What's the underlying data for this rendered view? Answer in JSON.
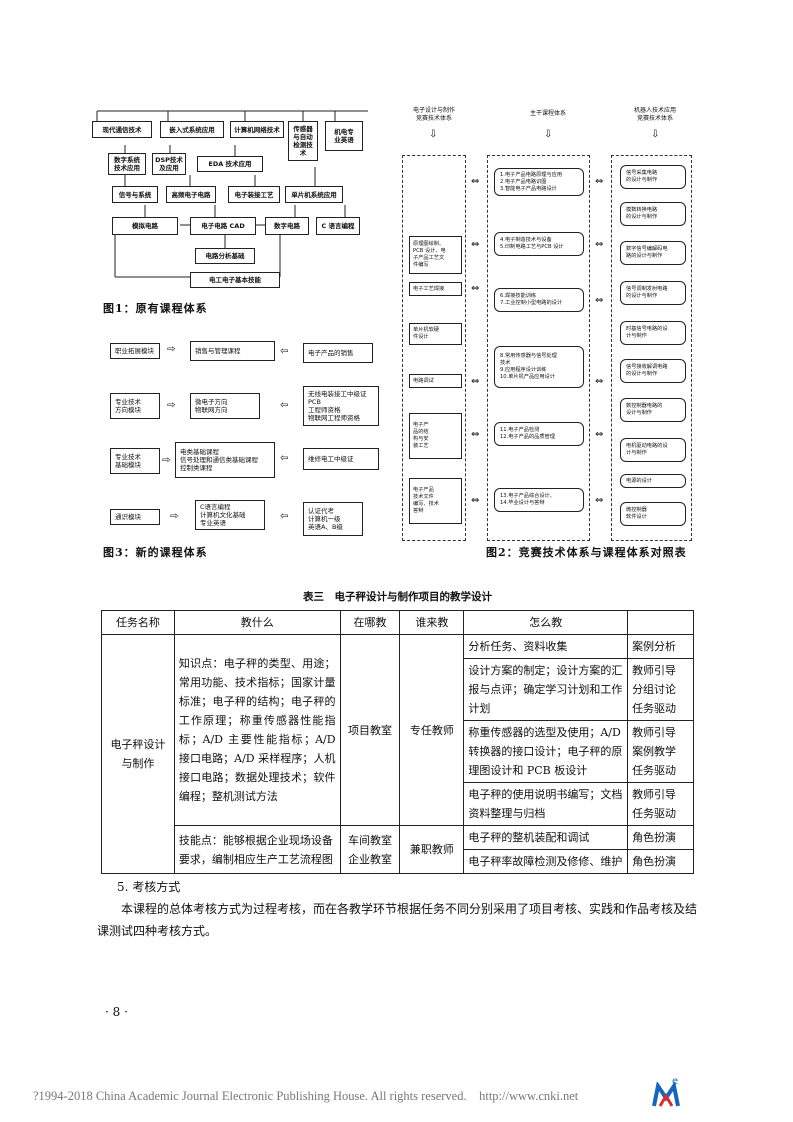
{
  "fig1": {
    "caption": "图1：原有课程体系",
    "boxes": {
      "r1": [
        "现代通信技术",
        "嵌入式系统应用",
        "计算机网络技术",
        "传感器\n与自动\n检测技\n术",
        "机电专\n业英语"
      ],
      "r2": [
        "数字系统\n技术应用",
        "DSP技术\n及应用",
        "EDA 技术应用"
      ],
      "r3": [
        "信号与系统",
        "高频电子电路",
        "电子装接工艺",
        "单片机系统应用"
      ],
      "r4": [
        "模拟电路",
        "电子电路 CAD",
        "数字电路",
        "C 语言编程"
      ],
      "r5": "电路分析基础",
      "r6": "电工电子基本技能"
    }
  },
  "fig2": {
    "caption": "图2：竞赛技术体系与课程体系对照表",
    "col_left_head": "电子设计与制作\n竞赛技术体系",
    "col_mid_head": "主干课程体系",
    "col_right_head": "机器人技术应用\n竞赛技术体系",
    "left": [
      "原理图绘制、\nPCB 设计、电\n子产品工艺文\n件编写",
      "电子工艺焊接",
      "单片机软硬\n件设计",
      "电路调试",
      "电子产\n品的结\n构与安\n装工艺",
      "电子产品\n技术文件\n编写、技术\n答辩"
    ],
    "mid": [
      "1.电子产品电路原理与应用\n2.电子产品电路识图\n3.智能电子产品电路设计",
      "4.电子制造技术与设备\n5.印制电路工艺与PCB 设计",
      "6.焊接技能训练\n7.工业控制小型电路的设计",
      "8.常用传感器与信号处理\n技术\n9.应用程序设计训练\n10.单片机产品应用设计",
      "11.电子产品检测\n12.电子产品的品质管理",
      "13.电子产品综合设计、\n14.毕业设计与答辩"
    ],
    "right": [
      "信号采集电路\n的设计与制作",
      "模数转换电路\n的设计与制作",
      "数字信号编解码电\n路的设计与制作",
      "信号调制发射电路\n的设计与制作",
      "时基信号电路的设\n计与制作",
      "信号接收解调电路\n的设计与制作",
      "数控制器电路的\n设计与制作",
      "电机驱动电路的设\n计与制作",
      "电源的设计",
      "微控制器\n软件设计"
    ]
  },
  "fig3": {
    "caption": "图3：新的课程体系",
    "rows": [
      {
        "left": "职业拓展模块",
        "mid": "销售与管理课程",
        "right": "电子产品的销售"
      },
      {
        "left": "专业技术\n方向模块",
        "mid": "微电子方向\n物联网方向",
        "right": "无线电装接工中级证PCB\n工程师资格\n物联网工程师资格"
      },
      {
        "left": "专业技术\n基础模块",
        "mid": "电类基础课程\n信号处理和通信类基础课程\n控制类课程",
        "right": "维修电工中级证"
      },
      {
        "left": "通识模块",
        "mid": "C语言编程\n计算机文化基础\n专业英语",
        "right": "认证代考\n计算机一级\n英语A、B级"
      }
    ]
  },
  "table3": {
    "title": "表三　电子秤设计与制作项目的教学设计",
    "headers": [
      "任务名称",
      "教什么",
      "在哪教",
      "谁来教",
      "怎么教"
    ],
    "task_name": "电子秤设计\n与制作",
    "knowledge": "知识点：电子秤的类型、用途；常用功能、技术指标；国家计量标准；电子秤的结构；电子秤的工作原理；称重传感器性能指标；A/D 主要性能指标；A/D 接口电路；A/D 采样程序；人机接口电路；数据处理技术；软件编程；整机测试方法",
    "skill": "技能点：能够根据企业现场设备要求，编制相应生产工艺流程图",
    "where1": "项目教室",
    "who1": "专任教师",
    "where2": "车间教室\n企业教室",
    "who2": "兼职教师",
    "how": [
      {
        "content": "分析任务、资料收集",
        "method": "案例分析"
      },
      {
        "content": "设计方案的制定；设计方案的汇报与点评；确定学习计划和工作计划",
        "method": "教师引导\n分组讨论\n任务驱动"
      },
      {
        "content": "称重传感器的选型及使用；A/D 转换器的接口设计；电子秤的原理图设计和 PCB 板设计",
        "method": "教师引导\n案例教学\n任务驱动"
      },
      {
        "content": "电子秤的使用说明书编写；文档资料整理与归档",
        "method": "教师引导\n任务驱动"
      },
      {
        "content": "电子秤的整机装配和调试",
        "method": "角色扮演"
      },
      {
        "content": "电子秤率故障检测及修修、维护",
        "method": "角色扮演"
      }
    ]
  },
  "section5": {
    "heading": "5. 考核方式",
    "body": "本课程的总体考核方式为过程考核，而在各教学环节根据任务不同分别采用了项目考核、实践和作品考核及结课测试四种考核方式。"
  },
  "page_number": "· 8 ·",
  "footer": "?1994-2018 China Academic Journal Electronic Publishing House. All rights reserved.　http://www.cnki.net",
  "logo_text": "e"
}
